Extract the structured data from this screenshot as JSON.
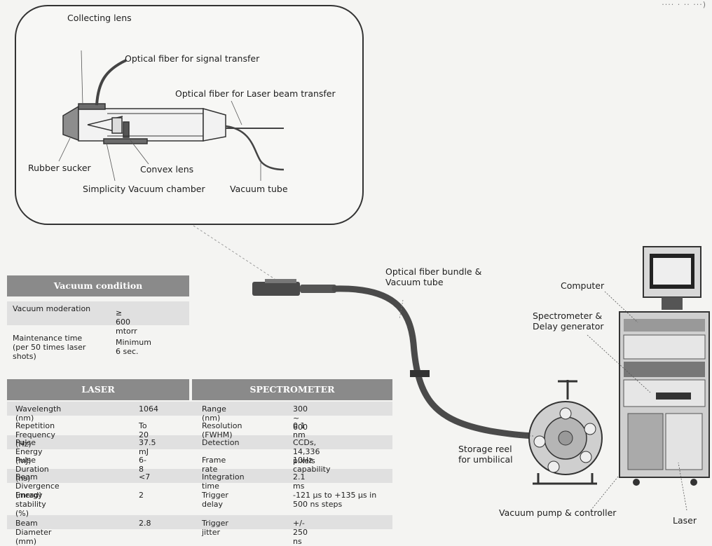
{
  "top_strip_text": "···· · ·· ···)",
  "inset_labels": {
    "collecting_lens": "Collecting lens",
    "fiber_signal": "Optical fiber for signal transfer",
    "fiber_laser": "Optical fiber for Laser beam transfer",
    "rubber_sucker": "Rubber sucker",
    "convex_lens": "Convex lens",
    "vacuum_chamber": "Simplicity Vacuum chamber",
    "vacuum_tube": "Vacuum tube"
  },
  "system_labels": {
    "fiber_bundle": "Optical fiber bundle & Vacuum tube",
    "computer": "Computer",
    "spectrometer_delay": "Spectrometer & Delay generator",
    "storage_reel": "Storage reel for umbilical",
    "vacuum_pump": "Vacuum pump & controller",
    "laser": "Laser"
  },
  "vacuum_table": {
    "header": "Vacuum condition",
    "rows": [
      {
        "param": "Vacuum moderation",
        "value": "≥ 600 mtorr"
      },
      {
        "param": "Maintenance time (per 50 times laser shots)",
        "value": "Minimum 6 sec."
      }
    ]
  },
  "laser_table": {
    "header": "LASER",
    "rows": [
      {
        "param": "Wavelength (nm)",
        "value": "1064"
      },
      {
        "param": "Repetition Frequency (Hz)",
        "value": "To 20"
      },
      {
        "param": "Pulse Energy (mJ)",
        "value": "37.5 mJ"
      },
      {
        "param": "Pulse Duration (ns)",
        "value": "6-8"
      },
      {
        "param": "Beam Divergence (mrad)",
        "value": "<7"
      },
      {
        "param": "Energy stability (%)",
        "value": "2"
      },
      {
        "param": "Beam Diameter (mm)",
        "value": "2.8"
      }
    ]
  },
  "spectrometer_table": {
    "header": "SPECTROMETER",
    "rows": [
      {
        "param": "Range (nm)",
        "value": "300 ~ 600"
      },
      {
        "param": "Resolution (FWHM)",
        "value": "0.1 nm"
      },
      {
        "param": "Detection",
        "value": "CCDs, 14,336 pixels"
      },
      {
        "param": "Frame rate",
        "value": "10Hz capability"
      },
      {
        "param": "Integration time",
        "value": "2.1 ms"
      },
      {
        "param": "Trigger delay",
        "value": "-121 μs to +135 μs in 500 ns steps"
      },
      {
        "param": "Trigger jitter",
        "value": "+/- 250 ns"
      }
    ]
  }
}
